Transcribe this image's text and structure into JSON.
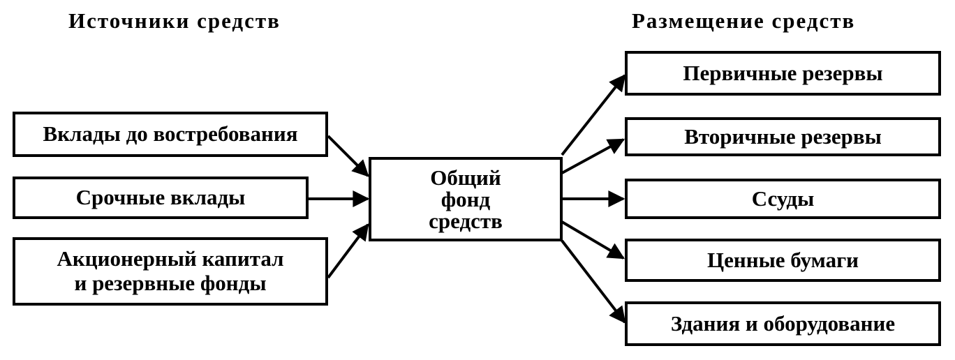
{
  "headings": {
    "sources": "Источники средств",
    "allocation": "Размещение средств"
  },
  "sources": [
    {
      "label": "Вклады до востребования"
    },
    {
      "label": "Срочные вклады"
    },
    {
      "label": "Акционерный капитал\nи резервные фонды"
    }
  ],
  "center": {
    "label": "Общий\nфонд\nсредств"
  },
  "allocations": [
    {
      "label": "Первичные резервы"
    },
    {
      "label": "Вторичные резервы"
    },
    {
      "label": "Ссуды"
    },
    {
      "label": "Ценные бумаги"
    },
    {
      "label": "Здания и оборудование"
    }
  ],
  "colors": {
    "stroke": "#000000",
    "background": "#ffffff"
  }
}
